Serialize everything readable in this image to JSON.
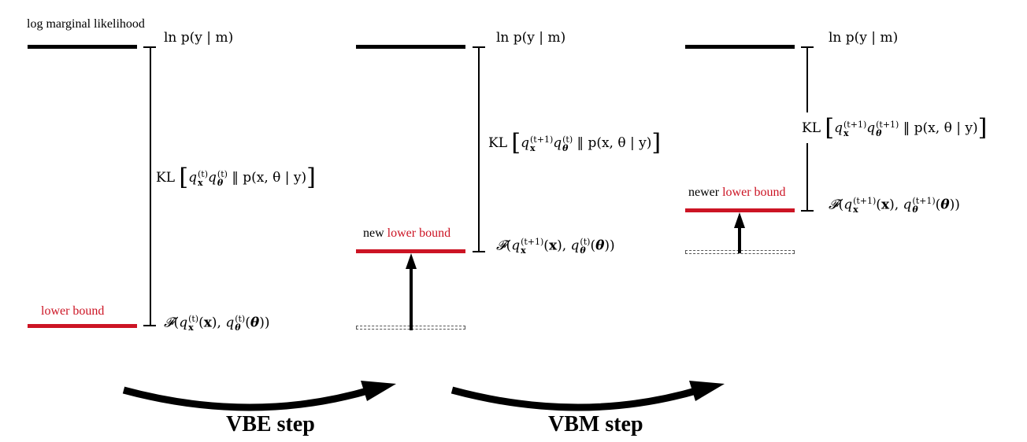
{
  "title_label": "log marginal likelihood",
  "colors": {
    "bound": "#cc1424",
    "level": "#000000"
  },
  "panels": [
    {
      "top_label": "ln p(y | m)",
      "kl": {
        "prefix": "KL",
        "qx_sup": "(t)",
        "qt_sup": "(t)",
        "rest": "p(x, θ | y)"
      },
      "bound_label_prefix": "",
      "bound_label_red": "lower bound",
      "F": {
        "qx_sup": "(t)",
        "qt_sup": "(t)"
      }
    },
    {
      "top_label": "ln p(y | m)",
      "kl": {
        "prefix": "KL",
        "qx_sup": "(t+1)",
        "qt_sup": "(t)",
        "rest": "p(x, θ | y)"
      },
      "bound_label_prefix": "new",
      "bound_label_red": "lower bound",
      "F": {
        "qx_sup": "(t+1)",
        "qt_sup": "(t)"
      }
    },
    {
      "top_label": "ln p(y | m)",
      "kl": {
        "prefix": "KL",
        "qx_sup": "(t+1)",
        "qt_sup": "(t+1)",
        "rest": "p(x, θ | y)"
      },
      "bound_label_prefix": "newer",
      "bound_label_red": "lower bound",
      "F": {
        "qx_sup": "(t+1)",
        "qt_sup": "(t+1)"
      }
    }
  ],
  "steps": [
    "VBE step",
    "VBM step"
  ]
}
